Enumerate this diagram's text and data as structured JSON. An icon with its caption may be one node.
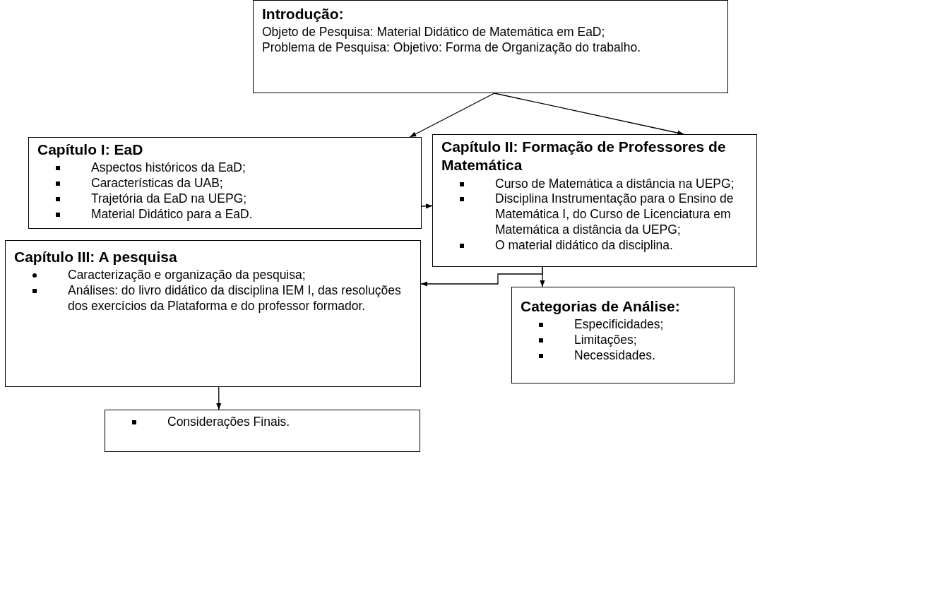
{
  "diagram": {
    "nodes": [
      {
        "text": [
          "Introdução:",
          "Objeto de Pesquisa: Material Didático de Matemática em EaD;",
          "Problema de Pesquisa: Objetivo: Forma de Organização do trabalho."
        ]
      },
      {
        "text": [
          "Capítulo I: EaD",
          "Aspectos históricos da EaD;",
          "Características da UAB;",
          "Trajetória da EaD na UEPG;",
          "Material Didático para a EaD."
        ]
      },
      {
        "text": [
          "Capítulo II: Formação de Professores de Matemática",
          "Curso de Matemática a distância na UEPG;",
          "Disciplina Instrumentação para o Ensino de Matemática I, do Curso de Licenciatura em Matemática a distância da UEPG;",
          "O material didático da disciplina."
        ]
      },
      {
        "text": [
          "Capítulo III: A pesquisa",
          "Caracterização e organização da pesquisa;",
          "Análises: do livro didático da disciplina IEM I, das resoluções dos exercícios da Plataforma e do professor formador."
        ]
      },
      {
        "text": [
          "Categorias de Análise:",
          "Especificidades;",
          "Limitações;",
          "Necessidades."
        ]
      },
      {
        "text": [
          "Considerações Finais."
        ]
      }
    ],
    "edges": [
      {
        "from": 0,
        "to": 1,
        "arrow": "to"
      },
      {
        "from": 0,
        "to": 2,
        "arrow": "to"
      },
      {
        "from": 1,
        "to": 2,
        "arrow": "to"
      },
      {
        "from": 2,
        "to": 4,
        "arrow": "to"
      },
      {
        "from": 2,
        "to": 3,
        "arrow": "to"
      },
      {
        "from": 3,
        "to": 5,
        "arrow": "to"
      }
    ]
  }
}
